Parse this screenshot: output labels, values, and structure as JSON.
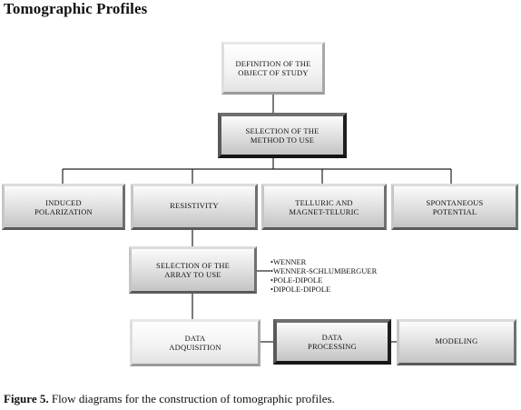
{
  "title": "Tomographic Profiles",
  "nodes": {
    "definition": "DEFINITION OF THE\nOBJECT OF STUDY",
    "selection_method": "SELECTION OF THE\nMETHOD TO USE",
    "induced_polarization": "INDUCED\nPOLARIZATION",
    "resistivity": "RESISTIVITY",
    "telluric": "TELLURIC AND\nMAGNET-TELURIC",
    "spontaneous": "SPONTANEOUS\nPOTENTIAL",
    "selection_array": "SELECTION OF THE\nARRAY TO USE",
    "data_acquisition": "DATA\nADQUISITION",
    "data_processing": "DATA\nPROCESSING",
    "modeling": "MODELING"
  },
  "arrays": [
    "•WENNER",
    "•WENNER-SCHLUMBERGUER",
    "•POLE-DIPOLE",
    "•DIPOLE-DIPOLE"
  ],
  "caption": {
    "label": "Figure 5.",
    "text": " Flow diagrams for the construction of tomographic profiles."
  }
}
